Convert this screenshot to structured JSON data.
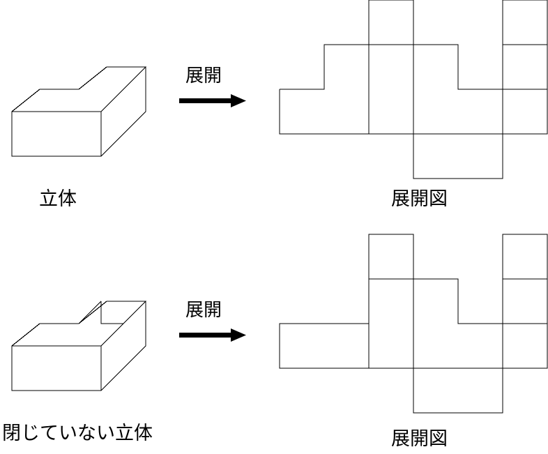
{
  "top": {
    "solid_label": "立体",
    "arrow_label": "展開",
    "net_label": "展開図"
  },
  "bottom": {
    "solid_label": "閉じていない立体",
    "arrow_label": "展開",
    "net_label": "展開図"
  },
  "colors": {
    "line": "#000000",
    "background": "#ffffff"
  }
}
